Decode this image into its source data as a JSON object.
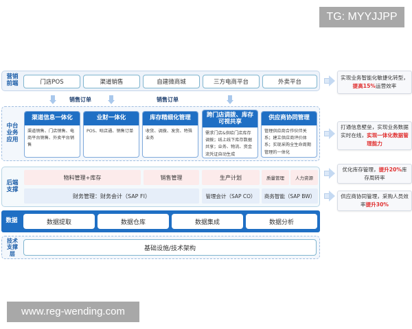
{
  "watermarks": {
    "top": "TG: MYYJJPP",
    "bottom": "www.reg-wending.com"
  },
  "colors": {
    "primary_blue": "#1f6fc4",
    "label_blue": "#1d5ea8",
    "highlight_red": "#e03030",
    "pink_cell": "#fcebeb",
    "blue_cell": "#e6eef9"
  },
  "front": {
    "label": "营销\n前端",
    "items": [
      "门店POS",
      "渠道销售",
      "自建微商城",
      "三方电商平台",
      "外卖平台"
    ]
  },
  "flow_labels": [
    "销售订单",
    "销售订单"
  ],
  "middle": {
    "label": "中台\n业务\n应用",
    "cards": [
      {
        "title": "渠道信息一体化",
        "body": "渠道销售、门店销售、电商平台销售、外卖平台销售"
      },
      {
        "title": "业财一体化",
        "body": "POS、旺店通、销售订单"
      },
      {
        "title": "库存精细化管理",
        "body": "收货、调拨、发货、特殊业务"
      },
      {
        "title": "跨门店调拨、库存可视共享",
        "body": "需求门店&供给门店库存调拨；线上线下库存数据共享；业务、物流、资金流凭证自动生成"
      },
      {
        "title": "供应商协同管理",
        "body": "管理供应商合作伙伴关系；建立供应商评价体系；实现采购全生命周期管理的一体化"
      }
    ]
  },
  "backend": {
    "label": "后端\n支撑",
    "row1": [
      "物料管理+库存",
      "销售管理",
      "生产计划",
      "质量管理",
      "人力资源"
    ],
    "row2": [
      "财务管理：财务会计（SAP FI）",
      "管理会计（SAP CO）",
      "商务智能（SAP BW）"
    ]
  },
  "data_layer": {
    "label": "数据",
    "items": [
      "数据提取",
      "数据仓库",
      "数据集成",
      "数据分析"
    ]
  },
  "tech_layer": {
    "label": "技术\n支撑\n层",
    "item": "基础设施/技术架构"
  },
  "results": [
    {
      "pre": "实现业务智能化敏捷化转型，",
      "highlight": "提高15%",
      "post": "运营效率"
    },
    {
      "pre": "打通信息壁垒，实现业务数据实时在线，",
      "highlight": "实现一体化数据管理能力",
      "post": ""
    },
    {
      "pre": "优化库存管理，",
      "highlight": "提升20%",
      "post": "库存周转率"
    },
    {
      "pre": "供应商协同管理，采购人员效率",
      "highlight": "提升30%",
      "post": ""
    }
  ]
}
